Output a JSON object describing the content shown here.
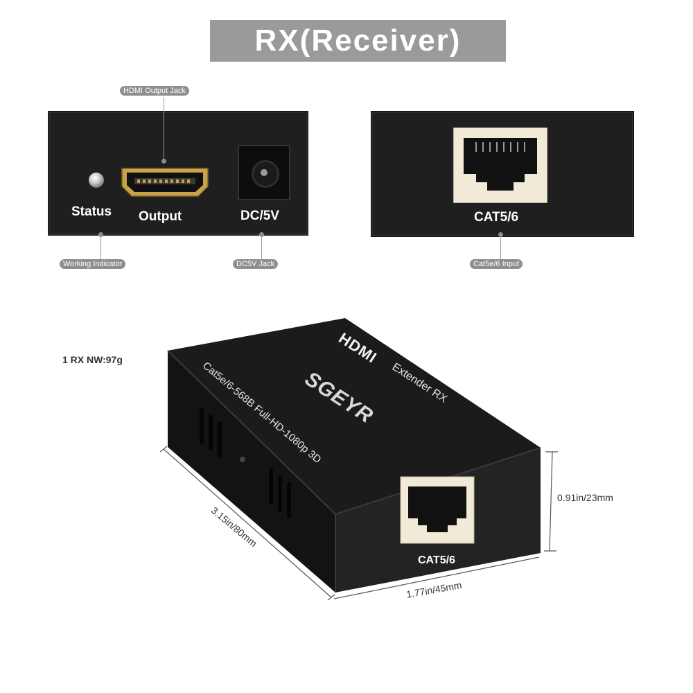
{
  "title": "RX(Receiver)",
  "front_panel": {
    "status_label": "Status",
    "output_label": "Output",
    "dc_label": "DC/5V",
    "callout_hdmi": "HDMI Output Jack",
    "callout_working": "Working Indicator",
    "callout_dc": "DC5V  Jack"
  },
  "back_panel": {
    "cat_label": "CAT5/6",
    "callout_cat": "Cat5e/6 Input"
  },
  "device": {
    "weight": "1 RX NW:97g",
    "brand": "SGEYR",
    "hdmi_logo": "HDMI",
    "extender_text": "Extender   RX",
    "spec_text": "Cat5e/6-568B  Full-HD-1080p 3D",
    "port_label": "CAT5/6",
    "dim_height": "0.91in/23mm",
    "dim_width": "1.77in/45mm",
    "dim_length": "3.15in/80mm"
  },
  "colors": {
    "device_body": "#1f1f1f",
    "title_bg": "#9a9a9a",
    "callout_bg": "#8f8f8f",
    "hdmi_gold": "#c8a24a",
    "rj45_cream": "#f1ead6"
  }
}
